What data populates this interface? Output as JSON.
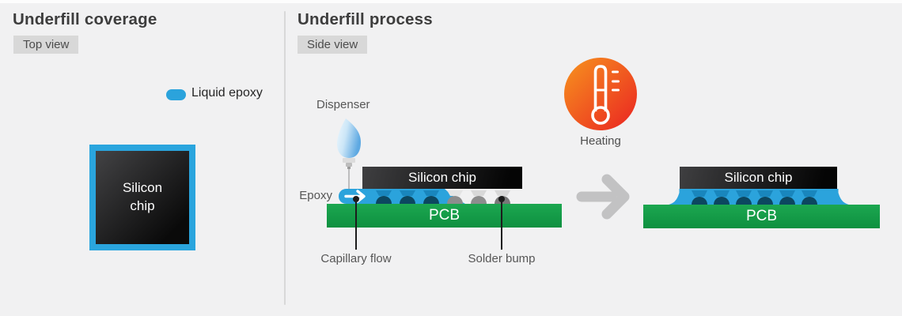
{
  "coverage_panel": {
    "title": "Underfill coverage",
    "view_badge": "Top view",
    "legend_label": "Liquid epoxy",
    "chip_label": "Silicon chip"
  },
  "process_panel": {
    "title": "Underfill process",
    "view_badge": "Side view",
    "dispenser_label": "Dispenser",
    "epoxy_label": "Epoxy",
    "capillary_label": "Capillary flow",
    "solder_label": "Solder bump",
    "heating_label": "Heating",
    "before": {
      "chip_label": "Silicon chip",
      "pcb_label": "PCB"
    },
    "after": {
      "chip_label": "Silicon chip",
      "pcb_label": "PCB"
    }
  },
  "colors": {
    "liquid_epoxy_blue": "#2ba3dc",
    "solder_bump_dark": "#0c4760",
    "solder_bump_gray": "#8d8d8d",
    "pcb_green": "#149947",
    "chip_black": "#111111",
    "heating_orange": "#f78f1e",
    "heating_red": "#eb2422",
    "arrow_gray": "#c2c2c2"
  }
}
